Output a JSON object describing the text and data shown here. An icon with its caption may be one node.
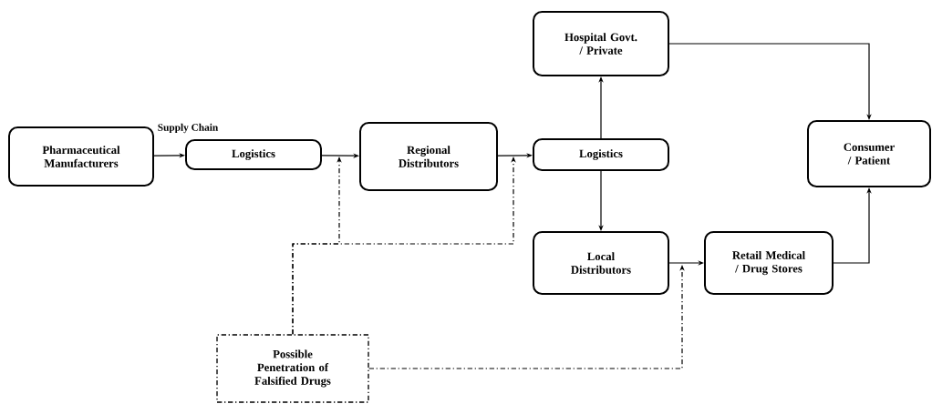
{
  "diagram": {
    "nodes": [
      {
        "text": [
          "Pharmaceutical Manufacturers"
        ]
      },
      {
        "text": [
          "Logistics"
        ]
      },
      {
        "text": [
          "Regional Distributors"
        ]
      },
      {
        "text": [
          "Logistics"
        ]
      },
      {
        "text": [
          "Hospital Govt. / Private"
        ]
      },
      {
        "text": [
          "Consumer / Patient"
        ]
      },
      {
        "text": [
          "Local Distributors"
        ]
      },
      {
        "text": [
          "Retail Medical / Drug Stores"
        ]
      },
      {
        "text": [
          "Possible Penetration of Falsified Drugs"
        ]
      }
    ],
    "edges": [
      {
        "from": 0,
        "to": 1,
        "arrow": "to"
      },
      {
        "from": 1,
        "to": 2,
        "arrow": "to"
      },
      {
        "from": 2,
        "to": 3,
        "arrow": "to"
      },
      {
        "from": 3,
        "to": 4,
        "arrow": "to"
      },
      {
        "from": 3,
        "to": 6,
        "arrow": "to"
      },
      {
        "from": 4,
        "to": 5,
        "arrow": "to"
      },
      {
        "from": 6,
        "to": 7,
        "arrow": "to"
      },
      {
        "from": 7,
        "to": 5,
        "arrow": "to"
      },
      {
        "from": 8,
        "to": null,
        "arrow": "to",
        "style": "dashed"
      },
      {
        "from": 8,
        "to": null,
        "arrow": "to",
        "style": "dashed"
      },
      {
        "from": 8,
        "to": null,
        "arrow": "to",
        "style": "dashed"
      }
    ],
    "labels": [
      "Supply Chain"
    ]
  }
}
